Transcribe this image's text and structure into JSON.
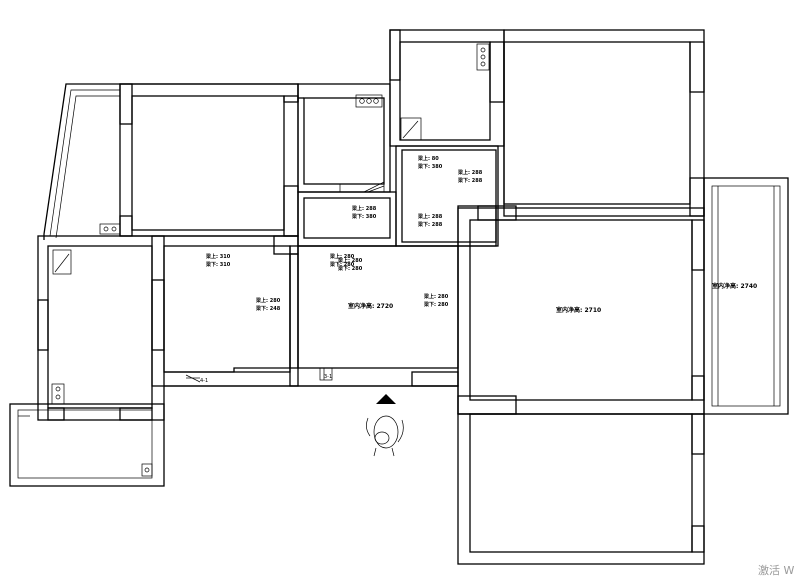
{
  "labels": {
    "beam_up": "梁上:",
    "beam_down": "梁下:",
    "clear_height": "室内净高:"
  },
  "beams": [
    {
      "id": "study",
      "up": "310",
      "down": "310"
    },
    {
      "id": "study-right",
      "up": "280",
      "down": "248"
    },
    {
      "id": "living-top",
      "up": "280",
      "down": "280"
    },
    {
      "id": "living-right",
      "up": "280",
      "down": "280"
    },
    {
      "id": "hall-top",
      "up": "288",
      "down": "380"
    },
    {
      "id": "kitchen",
      "up": "280",
      "down": "280"
    },
    {
      "id": "bath-1",
      "up": "80",
      "down": "380"
    },
    {
      "id": "bath-2",
      "up": "288",
      "down": "288"
    },
    {
      "id": "bath-3",
      "up": "288",
      "down": "288"
    }
  ],
  "heights": [
    {
      "id": "living",
      "value": "2720"
    },
    {
      "id": "master",
      "value": "2710"
    },
    {
      "id": "balcony",
      "value": "2740"
    }
  ],
  "markers": [
    {
      "id": "m1",
      "text": "4-1"
    },
    {
      "id": "m2",
      "text": "3-1"
    }
  ],
  "watermark": "激活 W"
}
